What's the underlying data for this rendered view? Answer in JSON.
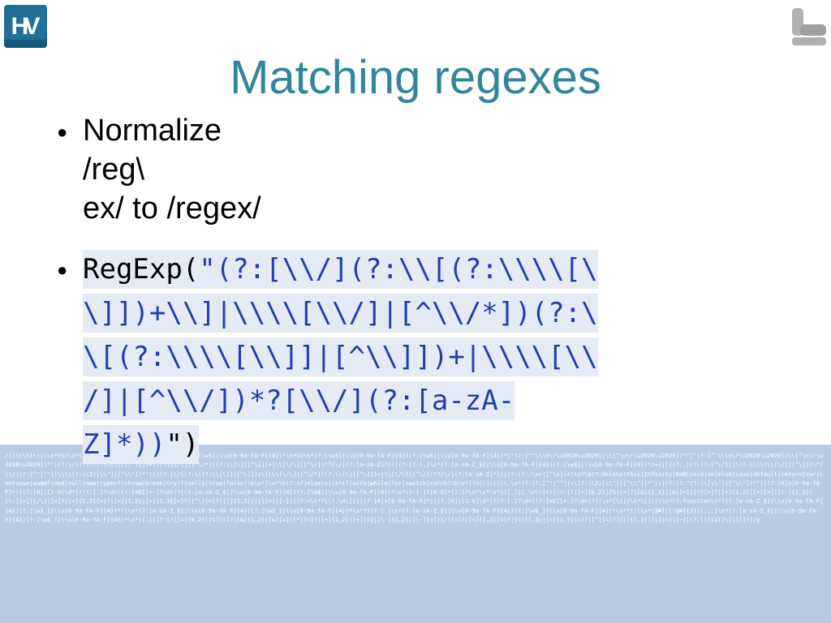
{
  "logo": {
    "left_text": "HV",
    "right_icon": "logo-mark-icon"
  },
  "title": "Matching regexes",
  "bullets": [
    {
      "lines": [
        "Normalize",
        "/reg\\",
        "ex/ to /regex/"
      ]
    },
    {
      "code_lines": [
        {
          "pre": "RegExp(",
          "str": "\"(?:[\\\\/](?:\\\\[(?:\\\\\\\\[\\"
        },
        {
          "str": "\\]])+\\\\]|\\\\\\\\[\\\\/]|[^\\\\/*])(?:\\"
        },
        {
          "str": "\\[(?:\\\\\\\\[\\\\]]|[^\\\\]])+|\\\\\\\\[\\\\"
        },
        {
          "str": "/]|[^\\\\/])*?[\\\\/](?:[a-zA-"
        },
        {
          "str": "Z]*))",
          "quote": "\"",
          "post": ")"
        }
      ]
    }
  ],
  "footer_regex": "/([\\r\\n]+)|(\\s*for\\s*\\()|(?:[\\w$]|\\\\u[0-9a-fA-F]{4})(?:[\\w$]|\\\\u[0-9a-fA-F]{4})*\\s+in\\s*(?:[\\w$]|\\\\u[0-9a-fA-F]{4})(?:[\\w$]|\\\\u[0-9a-fA-F]{4})*|\"(?:[^\"\\\\\\n\\r\\u2028\\u2029]|\\\\[^\\n\\r\\u2028\\u2029])*\"|'(?:[^'\\\\\\n\\r\\u2028\\u2029]|\\\\[^\\n\\r\\u2028\\u2029])*'|(?:\\/(?:\\((?:\\\\[\\]]|[^\\]])+\\]|\\\\[\\/\\]|[^\\/*])(?:\\\\[\\]|[^\\]])+|\\\\[\\/\\]|[^\\/])*?[\\/](?:[a-zA-Z]*))|(?:[?:(,]\\s*(?:[a-zA-Z_$]|\\\\u[0-9a-fA-F]{4})(?:[\\w$]|\\\\u[0-9a-fA-F]{4})*)+)|[{(?:.|(?:(?:[^\\/]|\\\\(?:\\\\\\\\)\\\\(\\/]|[^\\]])\\*)|\\/)(?:[^\"|^\"]|\\\\\\\\(?:\\\\2)[\\\\\"]|[^\\\\\"])*\"))|(?:[\\/](?:\\((?:\\\\[\\]]|[^\\]])+\\]|\\\\[\\/\\]|[^\\/*])(?:\\\\[\\]|[^\\]])+|\\\\[\\/\\]|[^\\/])*?[\\/](?:[a-zA-Z]*))|(?:(?:;\\s+|[^\\s])+)\\s*\\b(?:delete|this|Infinity|NaN|void|do|else|case|default|return|var|continue|undefined|null|new|typeof|throw|break|try|finally|true|false)\\b\\s*|\\s*\\b(?:if|else\\s)\\s*if|with|while|for|switch|catch)\\b\\s*(?=[(]))|(\\.\\s*(?:(?:[^\"|^\"]|\\\\(?:\\\\2)[\\\\\"]|[^\\\\\"])*\"))|(?:(?:\"(?:\\\\[\\\\\"]|[^\\\\\"])*\")|(?:[0]x[0-9a-fA-F]*)|(?:[0]|[1-9]\\d*)?(?:[.]?\\d+)(?:[eE][+-]?\\d+)?|(?:[a-zA-Z_$]|\\\\u[0-9a-fA-F]{4})(?:[\\w$]|\\\\u[0-9a-fA-F]{4})*\\s*(?:[-]?[0-9]*(?:[?\\s*\\s*\\s*])[,]|[,\\n\\r]+)|(?:[!|[=]{0,2}|[%|[=]?|[&]{1,2}|[&|[=]|[*][=]?|[+]{1,2}|[+][=]|[\\-]{1,2}|[\\-][=]|[/\\]|[=]?|[<]{1,2}[=]?|[>]{1,3}|[>]{1,3}[=]?|[^\\][=]?|[|]{1,2}|[|][=]|[~])|(?:=\\s*?[\\!.\\n\\]])|(?:[0]x[0-9a-fA-F]*)|(?:[0]|[1-9]\\d*)?(?:[.]?\\d+)(?:[eE][+-]?\\d+)?|(\\s*[\\(]|\\s*\\[])|(\\s*(?:function\\s*?(?:[a-zA-Z_$]|\\\\u[0-9a-fA-F]{4})(?:[\\w$_]|\\\\u[0-9a-fA-F]{4})*?)\\s*(?:[a-zA-Z_$]|\\\\u[0-9a-fA-F]{4})(?:[\\w$_]|\\\\u[0-9a-fA-F]{4})*\\s*?)(?:[.]\\s*(?:[a-zA-Z_$]|\\\\u[0-9a-fA-F]{4})(?:[\\w$_]|\\\\u[0-9a-fA-F]{4})*\\s*?)|(\\s*[@#]|[!@#]{3}|[;,.]\\s*(?:[a-zA-Z_$]|\\\\u[0-9a-fA-F]{4})(?:[\\w$_]|\\\\u[0-9a-fA-F]{4})*\\s*)[;]|(?:[!|[=]{0,2}|[%][=]?|[&]{1,2}|[&][=]|[*][=]?|[+]{1,2}|[+][=]|[\\-]{1,2}|[\\-][=]|[/][=]?|[<]{1,2}[=]?|[>]{1,3}|[>]{1,3}[=]?|[^][=]?|[|]{1,2}|[|][=]|[~]|(?:[|](2))\\[|[]]))/g"
}
